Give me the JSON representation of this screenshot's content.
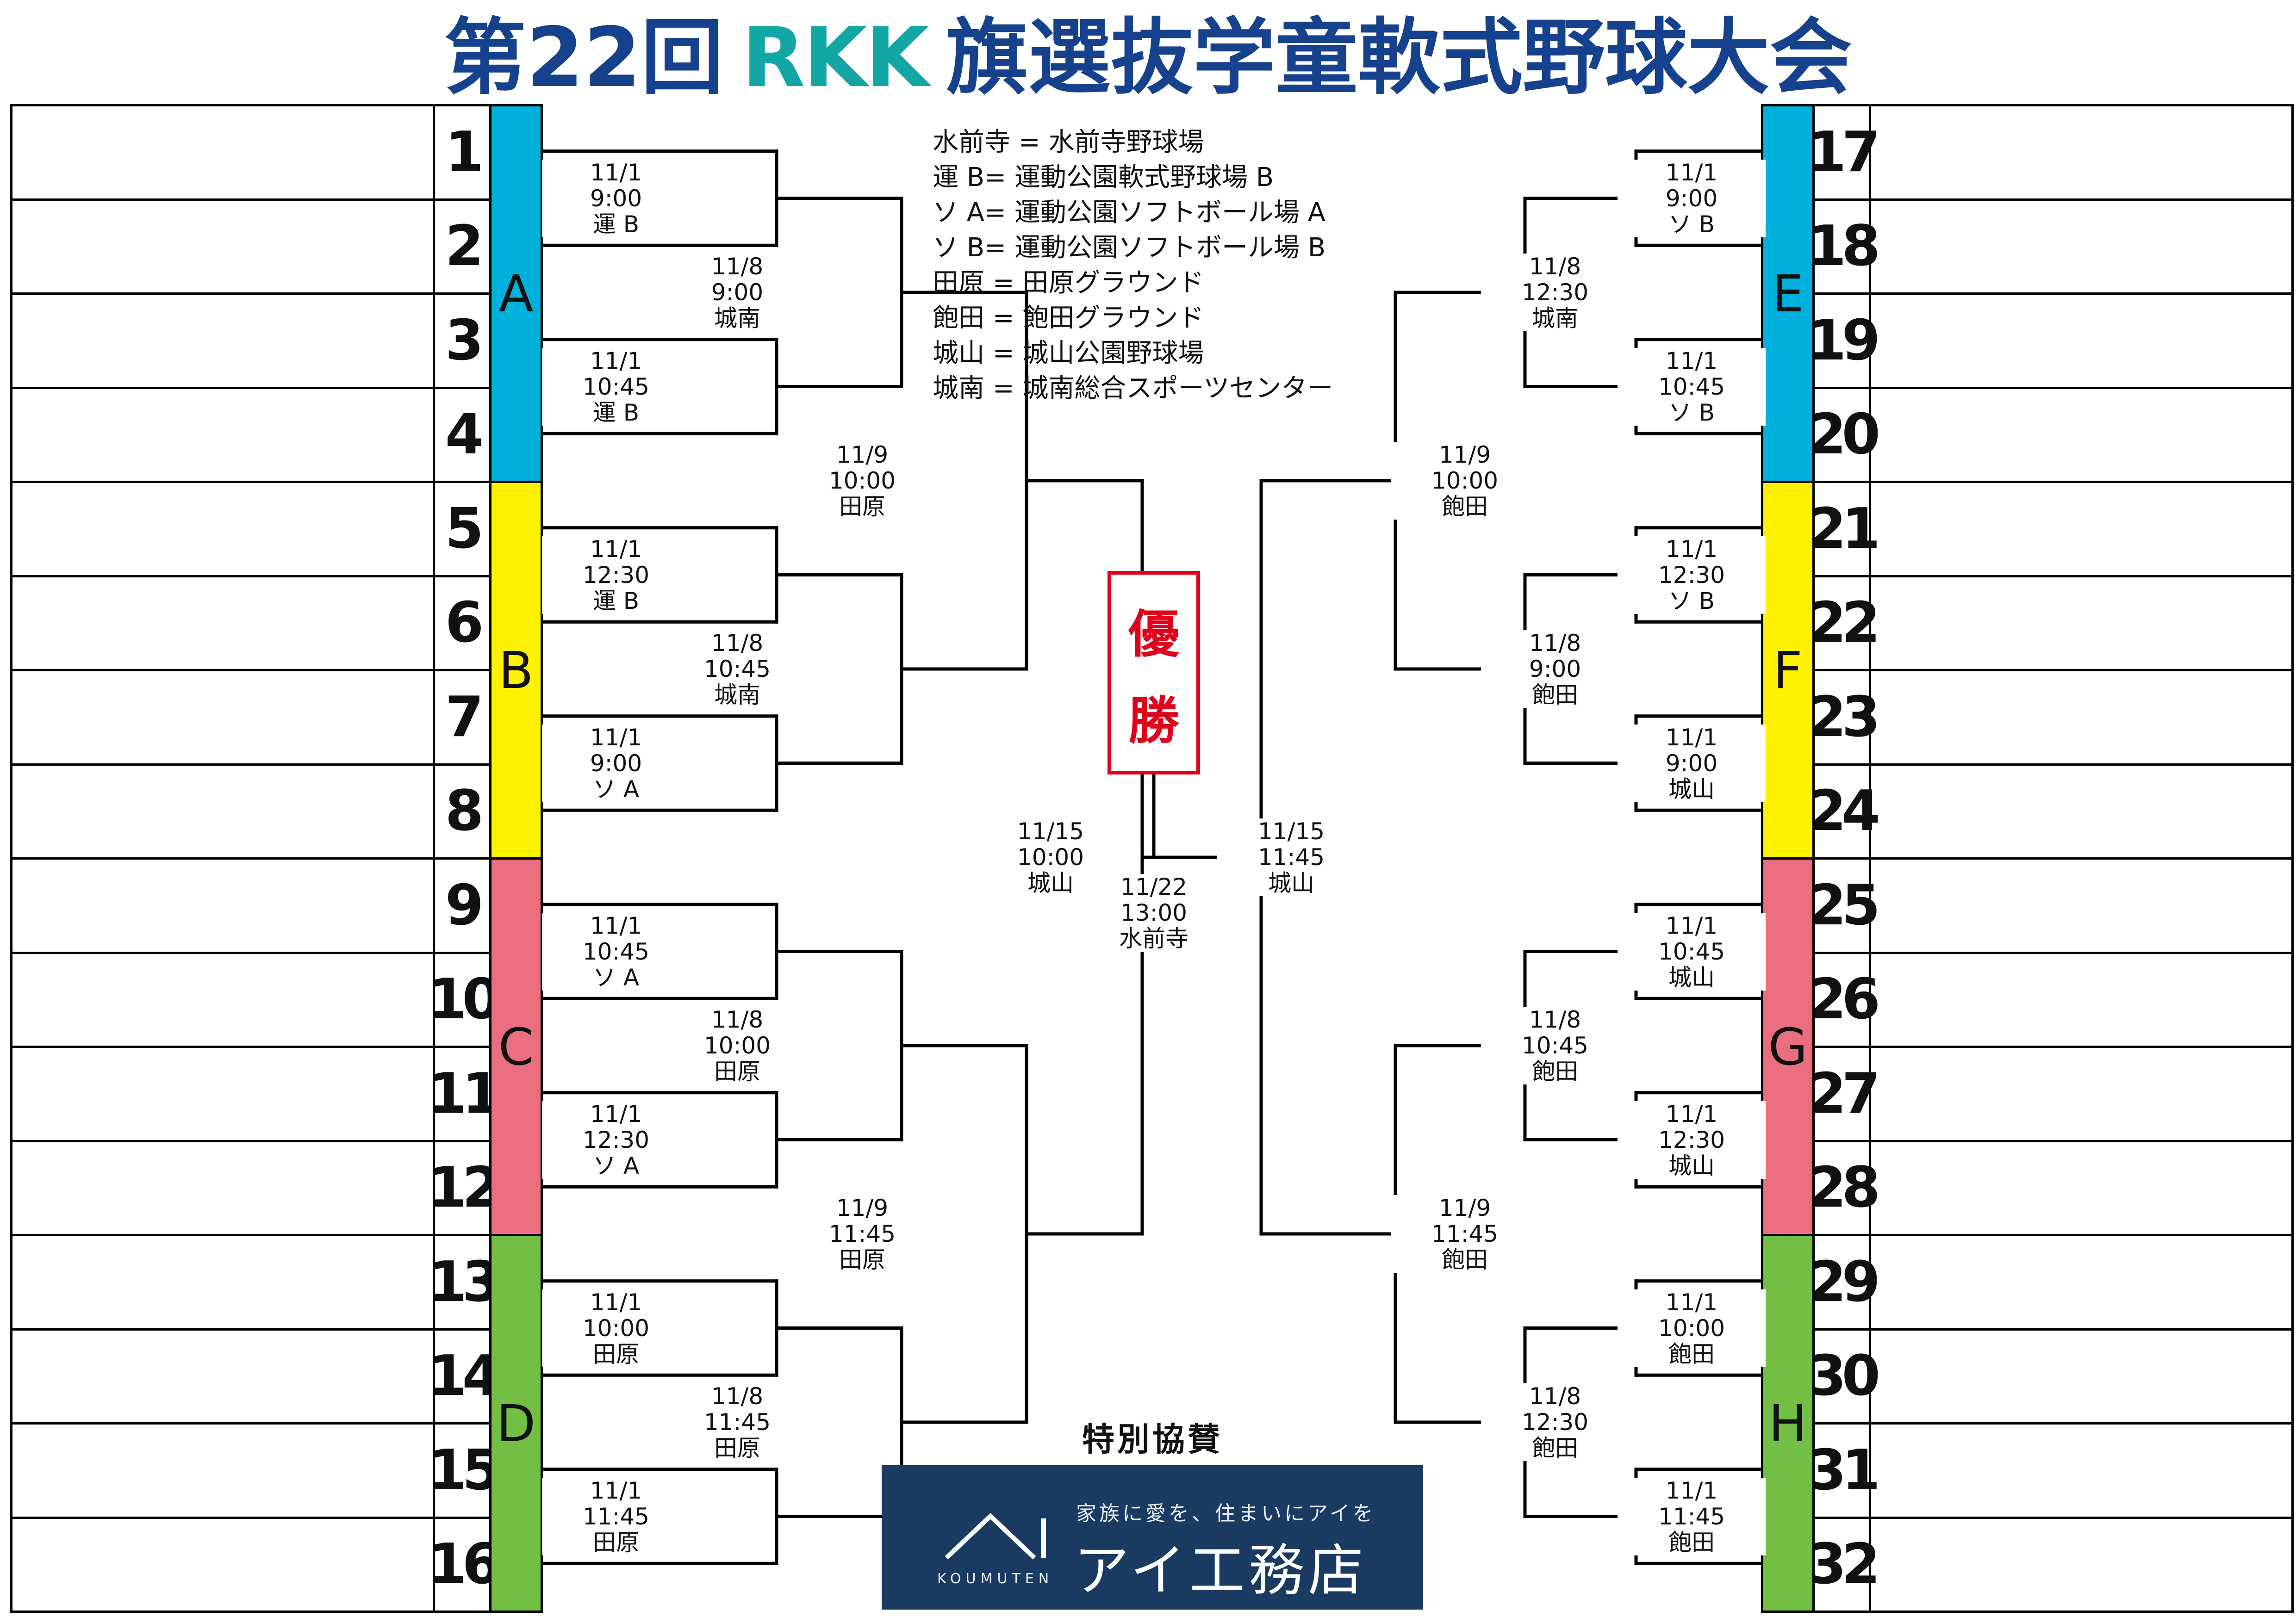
{
  "title": {
    "part1": "第22回",
    "brand": "RKK",
    "part2": "旗選抜学童軟式野球大会"
  },
  "colors": {
    "A": "#00b0dc",
    "B": "#fff200",
    "C": "#eb6d80",
    "D": "#72bf44",
    "navy": "#16418c",
    "teal": "#12a6a4",
    "red": "#e0001b",
    "sponsor_bg": "#1b3a61"
  },
  "left_numbers": [
    "1",
    "2",
    "3",
    "4",
    "5",
    "6",
    "7",
    "8",
    "9",
    "10",
    "11",
    "12",
    "13",
    "14",
    "15",
    "16"
  ],
  "right_numbers": [
    "17",
    "18",
    "19",
    "20",
    "21",
    "22",
    "23",
    "24",
    "25",
    "26",
    "27",
    "28",
    "29",
    "30",
    "31",
    "32"
  ],
  "blocks_left": [
    "A",
    "B",
    "C",
    "D"
  ],
  "blocks_right": [
    "E",
    "F",
    "G",
    "H"
  ],
  "legend": [
    "水前寺 = 水前寺野球場",
    "運 B= 運動公園軟式野球場 B",
    "ソ A= 運動公園ソフトボール場 A",
    "ソ B= 運動公園ソフトボール場 B",
    "田原 = 田原グラウンド",
    "飽田 = 飽田グラウンド",
    "城山 = 城山公園野球場",
    "城南 = 城南総合スポーツセンター"
  ],
  "champion": [
    "優",
    "勝"
  ],
  "left_r1": [
    {
      "date": "11/1",
      "time": "9:00",
      "venue": "運 B"
    },
    {
      "date": "11/1",
      "time": "10:45",
      "venue": "運 B"
    },
    {
      "date": "11/1",
      "time": "12:30",
      "venue": "運 B"
    },
    {
      "date": "11/1",
      "time": "9:00",
      "venue": "ソ A"
    },
    {
      "date": "11/1",
      "time": "10:45",
      "venue": "ソ A"
    },
    {
      "date": "11/1",
      "time": "12:30",
      "venue": "ソ A"
    },
    {
      "date": "11/1",
      "time": "10:00",
      "venue": "田原"
    },
    {
      "date": "11/1",
      "time": "11:45",
      "venue": "田原"
    }
  ],
  "left_r2": [
    {
      "date": "11/8",
      "time": "9:00",
      "venue": "城南"
    },
    {
      "date": "11/8",
      "time": "10:45",
      "venue": "城南"
    },
    {
      "date": "11/8",
      "time": "10:00",
      "venue": "田原"
    },
    {
      "date": "11/8",
      "time": "11:45",
      "venue": "田原"
    }
  ],
  "left_r3": [
    {
      "date": "11/9",
      "time": "10:00",
      "venue": "田原"
    },
    {
      "date": "11/9",
      "time": "11:45",
      "venue": "田原"
    }
  ],
  "left_semi": {
    "date": "11/15",
    "time": "10:00",
    "venue": "城山"
  },
  "final": {
    "date": "11/22",
    "time": "13:00",
    "venue": "水前寺"
  },
  "right_semi": {
    "date": "11/15",
    "time": "11:45",
    "venue": "城山"
  },
  "right_r3": [
    {
      "date": "11/9",
      "time": "10:00",
      "venue": "飽田"
    },
    {
      "date": "11/9",
      "time": "11:45",
      "venue": "飽田"
    }
  ],
  "right_r2": [
    {
      "date": "11/8",
      "time": "12:30",
      "venue": "城南"
    },
    {
      "date": "11/8",
      "time": "9:00",
      "venue": "飽田"
    },
    {
      "date": "11/8",
      "time": "10:45",
      "venue": "飽田"
    },
    {
      "date": "11/8",
      "time": "12:30",
      "venue": "飽田"
    }
  ],
  "right_r1": [
    {
      "date": "11/1",
      "time": "9:00",
      "venue": "ソ B"
    },
    {
      "date": "11/1",
      "time": "10:45",
      "venue": "ソ B"
    },
    {
      "date": "11/1",
      "time": "12:30",
      "venue": "ソ B"
    },
    {
      "date": "11/1",
      "time": "9:00",
      "venue": "城山"
    },
    {
      "date": "11/1",
      "time": "10:45",
      "venue": "城山"
    },
    {
      "date": "11/1",
      "time": "12:30",
      "venue": "城山"
    },
    {
      "date": "11/1",
      "time": "10:00",
      "venue": "飽田"
    },
    {
      "date": "11/1",
      "time": "11:45",
      "venue": "飽田"
    }
  ],
  "sponsor": {
    "label": "特別協賛",
    "logo_sub": "KOUMUTEN",
    "tagline": "家族に愛を、住まいにアイを",
    "name": "アイ工務店"
  }
}
